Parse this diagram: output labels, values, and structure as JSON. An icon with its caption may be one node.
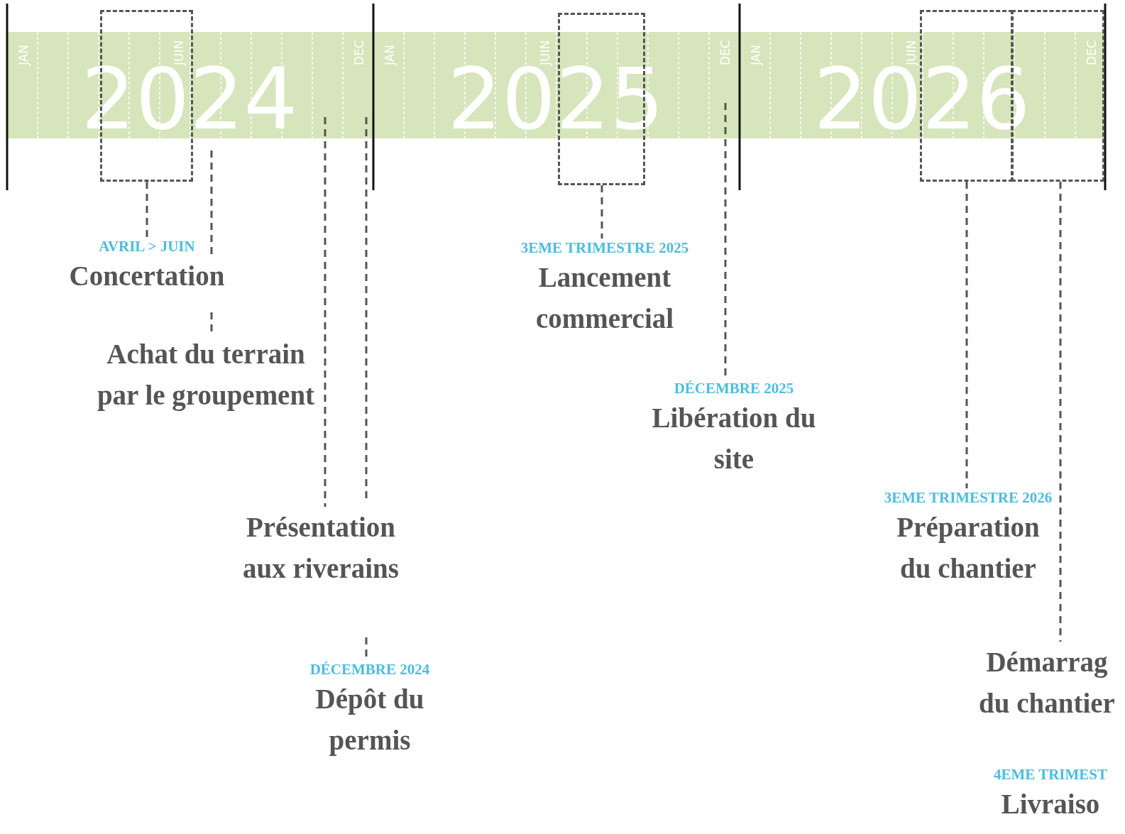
{
  "diagram": {
    "nodes": [
      {
        "text": [],
        "shape": "box"
      },
      {
        "text": [
          "AVRIL > JUIN",
          "Concertation"
        ]
      },
      {
        "text": [
          "Achat du terrain par le groupement"
        ]
      },
      {
        "text": [
          "Présentation aux riverains"
        ]
      },
      {
        "text": [
          "DÉCEMBRE 2024",
          "Dépôt du permis"
        ]
      },
      {
        "text": [],
        "shape": "box"
      },
      {
        "text": [
          "3EME TRIMESTRE 2025",
          "Lancement commercial"
        ]
      },
      {
        "text": [
          "DÉCEMBRE 2025",
          "Libération du site"
        ]
      },
      {
        "text": [],
        "shape": "box"
      },
      {
        "text": [],
        "shape": "box"
      },
      {
        "text": [
          "3EME TRIMESTRE 2026",
          "Préparation du chantier"
        ]
      },
      {
        "text": [
          "Démarrag du chantier"
        ]
      },
      {
        "text": [
          "4EME TRIMEST",
          "Livraiso"
        ]
      }
    ],
    "edges": [
      {
        "from": 0,
        "to": 1,
        "arrow": "none",
        "style": "dashed"
      },
      {
        "from": null,
        "to": 2,
        "arrow": "none",
        "style": "dashed"
      },
      {
        "from": null,
        "to": 3,
        "arrow": "none",
        "style": "dashed"
      },
      {
        "from": null,
        "to": 4,
        "arrow": "none",
        "style": "dashed"
      },
      {
        "from": 5,
        "to": 6,
        "arrow": "none",
        "style": "dashed"
      },
      {
        "from": null,
        "to": 7,
        "arrow": "none",
        "style": "dashed"
      },
      {
        "from": 8,
        "to": 10,
        "arrow": "none",
        "style": "dashed"
      },
      {
        "from": 9,
        "to": 11,
        "arrow": "none",
        "style": "dashed"
      }
    ],
    "labels": [
      "JAN",
      "JUIN",
      "DEC",
      "2024",
      "JAN",
      "JUIN",
      "DEC",
      "2025",
      "JAN",
      "JUIN",
      "DEC",
      "2026"
    ]
  }
}
